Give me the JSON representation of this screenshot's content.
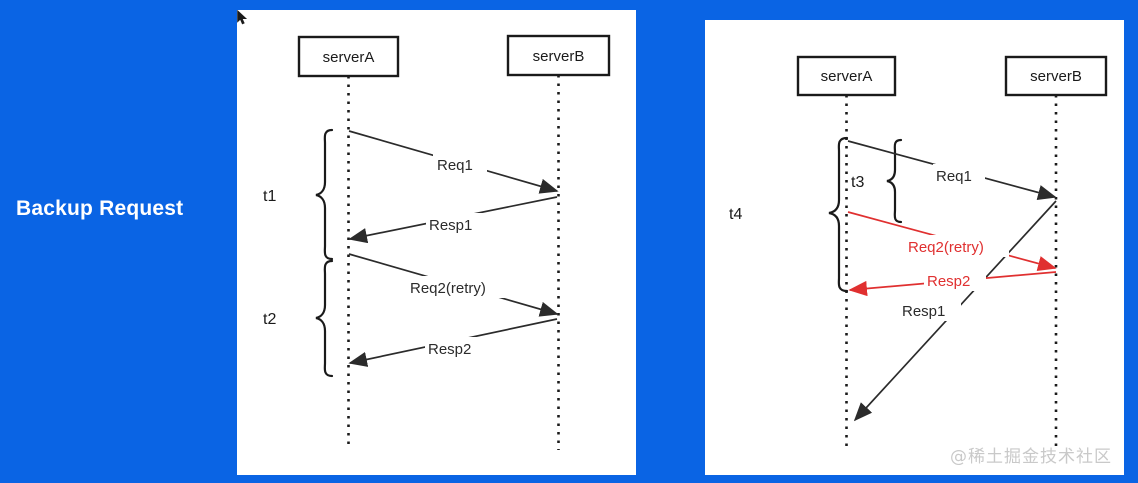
{
  "slide": {
    "title": "Backup Request",
    "background_color": "#0a64e4",
    "panel_background": "#ffffff",
    "watermark": "@稀土掘金技术社区"
  },
  "diagrams": [
    {
      "id": "left",
      "name": "sequence-diagram-sequential-retry",
      "participants": [
        {
          "label": "serverA"
        },
        {
          "label": "serverB"
        }
      ],
      "messages": [
        {
          "label": "Req1",
          "from": "serverA",
          "to": "serverB",
          "color": "#2b2b2b"
        },
        {
          "label": "Resp1",
          "from": "serverB",
          "to": "serverA",
          "color": "#2b2b2b"
        },
        {
          "label": "Req2(retry)",
          "from": "serverA",
          "to": "serverB",
          "color": "#2b2b2b"
        },
        {
          "label": "Resp2",
          "from": "serverB",
          "to": "serverA",
          "color": "#2b2b2b"
        }
      ],
      "intervals": [
        {
          "label": "t1"
        },
        {
          "label": "t2"
        }
      ]
    },
    {
      "id": "right",
      "name": "sequence-diagram-backup-request",
      "participants": [
        {
          "label": "serverA"
        },
        {
          "label": "serverB"
        }
      ],
      "messages": [
        {
          "label": "Req1",
          "from": "serverA",
          "to": "serverB",
          "color": "#2b2b2b"
        },
        {
          "label": "Req2(retry)",
          "from": "serverA",
          "to": "serverB",
          "color": "#e03030"
        },
        {
          "label": "Resp2",
          "from": "serverB",
          "to": "serverA",
          "color": "#e03030"
        },
        {
          "label": "Resp1",
          "from": "serverB",
          "to": "serverA",
          "color": "#2b2b2b"
        }
      ],
      "intervals": [
        {
          "label": "t3"
        },
        {
          "label": "t4"
        }
      ]
    }
  ]
}
